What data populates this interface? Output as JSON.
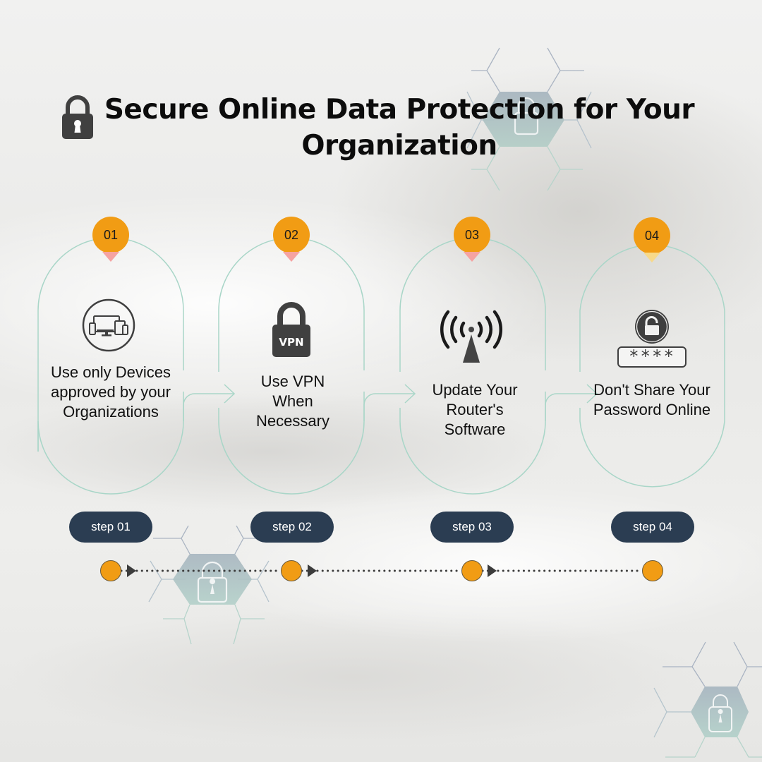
{
  "title": {
    "icon": "padlock-icon",
    "text": "Secure Online Data Protection for Your Organization"
  },
  "colors": {
    "accent_orange": "#f19c14",
    "pill_navy": "#2b3d52",
    "outline_mint": "#a9d6c8",
    "icon_dark": "#3f3f3f",
    "tip_pink": "#f5a3a2",
    "tip_yellow": "#f7d98a"
  },
  "steps": [
    {
      "number": "01",
      "icon": "devices-icon",
      "text": "Use only Devices approved by your Organizations",
      "label": "step 01"
    },
    {
      "number": "02",
      "icon": "vpn-lock-icon",
      "text": "Use VPN When Necessary",
      "label": "step 02"
    },
    {
      "number": "03",
      "icon": "router-signal-icon",
      "text": "Update Your Router's Software",
      "label": "step 03"
    },
    {
      "number": "04",
      "icon": "password-lock-icon",
      "text": "Don't Share Your Password Online",
      "label": "step 04"
    }
  ],
  "password_mask": "****",
  "vpn_label": "VPN",
  "decorations": [
    "hex-lock-top",
    "hex-lock-middle",
    "hex-lock-bottom-right"
  ]
}
